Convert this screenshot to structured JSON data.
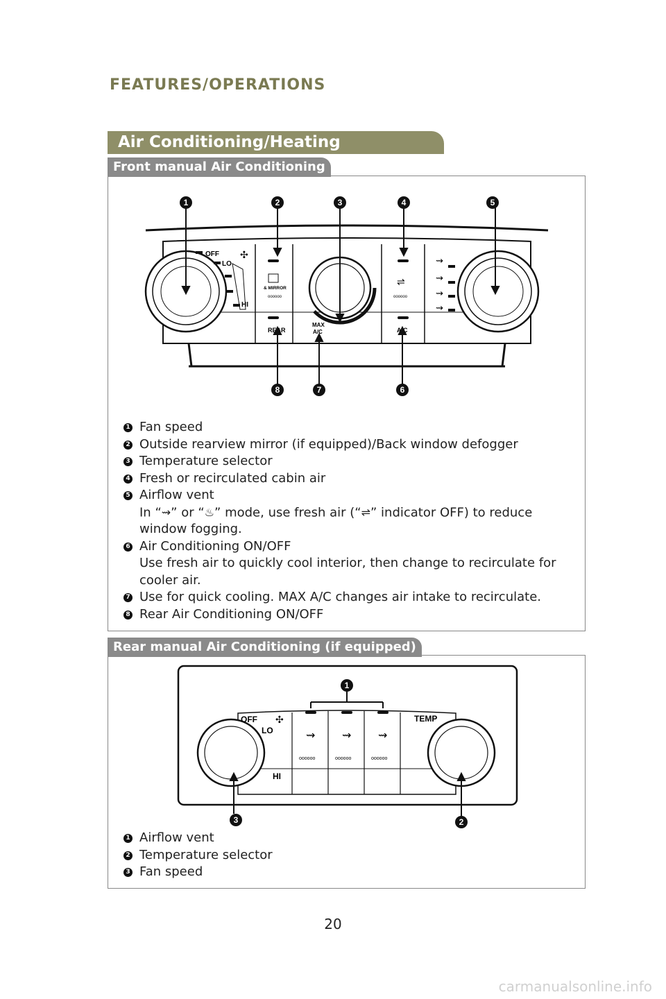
{
  "header": {
    "section": "FEATURES/OPERATIONS"
  },
  "main": {
    "title": "Air Conditioning/Heating"
  },
  "front": {
    "tab": "Front manual Air Conditioning",
    "panel": {
      "off": "OFF",
      "lo": "LO",
      "hi": "HI",
      "mirror": "& MIRROR",
      "rear": "REAR",
      "max": "MAX",
      "ac_small": "A/C",
      "ac": "A/C"
    },
    "callouts": [
      "1",
      "2",
      "3",
      "4",
      "5",
      "6",
      "7",
      "8"
    ],
    "items": [
      {
        "n": "1",
        "text": "Fan speed"
      },
      {
        "n": "2",
        "text": "Outside rearview mirror (if equipped)/Back window defogger"
      },
      {
        "n": "3",
        "text": "Temperature selector"
      },
      {
        "n": "4",
        "text": "Fresh or recirculated cabin air"
      },
      {
        "n": "5",
        "text": "Airflow vent",
        "note_a": "In “",
        "note_b": "” or “",
        "note_c": "” mode, use fresh air (“",
        "note_d": "” indicator OFF) to reduce window fogging."
      },
      {
        "n": "6",
        "text": "Air Conditioning ON/OFF",
        "note": "Use fresh air to quickly cool interior, then change to recirculate for cooler air."
      },
      {
        "n": "7",
        "text": "Use for quick cooling. MAX A/C changes air intake to recirculate."
      },
      {
        "n": "8",
        "text": "Rear Air Conditioning ON/OFF"
      }
    ]
  },
  "rear": {
    "tab": "Rear manual Air Conditioning (if equipped)",
    "panel": {
      "off": "OFF",
      "lo": "LO",
      "hi": "HI",
      "temp": "TEMP"
    },
    "callouts": [
      "1",
      "2",
      "3"
    ],
    "items": [
      {
        "n": "1",
        "text": "Airflow vent"
      },
      {
        "n": "2",
        "text": "Temperature selector"
      },
      {
        "n": "3",
        "text": "Fan speed"
      }
    ]
  },
  "footer": {
    "page": "20",
    "watermark": "carmanualsonline.info"
  }
}
